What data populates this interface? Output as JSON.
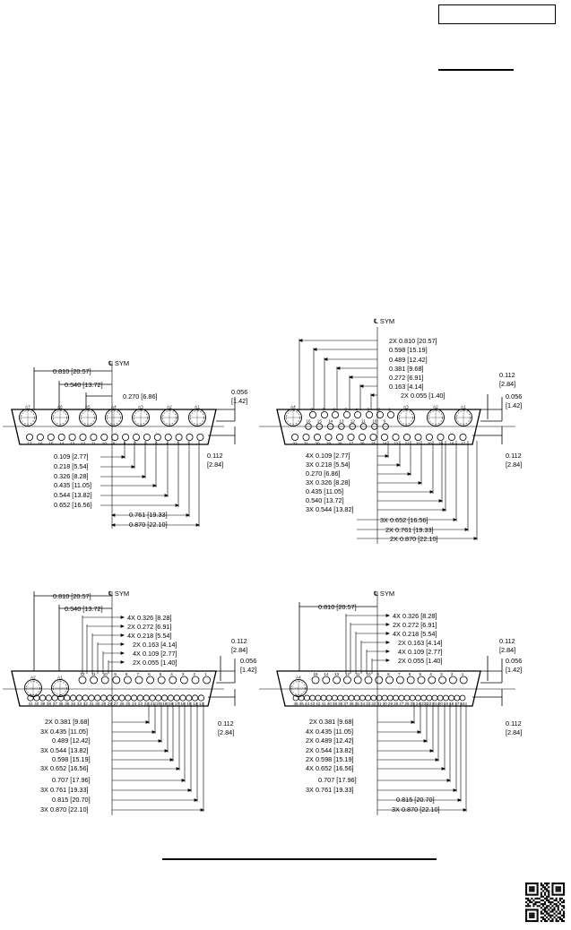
{
  "diagrams": [
    {
      "id": "d1",
      "sym_label": "℄ SYM",
      "top_pins": [
        "A7",
        "A6",
        "A5",
        "A4",
        "A3",
        "A2",
        "A1"
      ],
      "bottom_pins": [
        "17",
        "16",
        "15",
        "14",
        "13",
        "12",
        "11",
        "10",
        "9",
        "8",
        "7",
        "6",
        "5",
        "4",
        "3",
        "2",
        "1"
      ],
      "dims_left": [
        "0.810 [20.57]",
        "0.540 [13.72]",
        "0.270 [6.86]"
      ],
      "dims_right": [
        "0.056",
        "[1.42]",
        "0.112",
        "[2.84]"
      ],
      "dims_bottom": [
        "0.109 [2.77]",
        "0.218 [5.54]",
        "0.326 [8.28]",
        "0.435 [11.05]",
        "0.544 [13.82]",
        "0.652 [16.56]",
        "0.761 [19.33]",
        "0.870 [22.10]"
      ]
    },
    {
      "id": "d2",
      "sym_label": "℄ SYM",
      "top_pins": [
        "A4",
        "8",
        "7",
        "6",
        "5",
        "4",
        "3",
        "2",
        "1",
        "A3",
        "A2",
        "A1"
      ],
      "middle_pins": [
        "16",
        "15",
        "14",
        "13",
        "12",
        "11",
        "10",
        "9"
      ],
      "bottom_pins": [
        "32",
        "31",
        "30",
        "29",
        "28",
        "27",
        "26",
        "25",
        "24",
        "23",
        "22",
        "21",
        "20",
        "19",
        "18",
        "17"
      ],
      "dims_top": [
        "2X 0.810 [20.57]",
        "0.598 [15.19]",
        "0.489 [12.42]",
        "0.381 [9.68]",
        "0.272 [6.91]",
        "0.163 [4.14]",
        "2X 0.055 [1.40]"
      ],
      "dims_right": [
        "0.112",
        "[2.84]",
        "0.056",
        "[1.42]",
        "0.112",
        "[2.84]"
      ],
      "dims_bottom": [
        "4X 0.109 [2.77]",
        "3X 0.218 [5.54]",
        "0.270 [6.86]",
        "3X 0.326 [8.28]",
        "0.435 [11.05]",
        "0.540 [13.72]",
        "3X 0.544 [13.82]",
        "3X 0.652 [16.56]",
        "2X 0.761 [19.33]",
        "2X 0.870 [22.10]"
      ]
    },
    {
      "id": "d3",
      "sym_label": "℄ SYM",
      "top_pins": [
        "A2",
        "A1",
        "12",
        "11",
        "10",
        "9",
        "8",
        "7",
        "6",
        "5",
        "4",
        "3",
        "2",
        "1"
      ],
      "bottom_pins": [
        "41",
        "40",
        "39",
        "38",
        "37",
        "36",
        "35",
        "34",
        "33",
        "32",
        "31",
        "30",
        "29",
        "28",
        "27",
        "26",
        "25",
        "24",
        "23",
        "22",
        "21",
        "20",
        "19",
        "18",
        "17",
        "16",
        "15",
        "14",
        "13"
      ],
      "dims_top_left": [
        "0.810 [20.57]",
        "0.540 [13.72]"
      ],
      "dims_top": [
        "4X 0.326 [8.28]",
        "2X 0.272 [6.91]",
        "4X 0.218 [5.54]",
        "2X 0.163 [4.14]",
        "4X 0.109 [2.77]",
        "2X 0.055 [1.40]"
      ],
      "dims_right": [
        "0.112",
        "[2.84]",
        "0.056",
        "[1.42]",
        "0.112",
        "[2.84]"
      ],
      "dims_bottom": [
        "2X 0.381 [9.68]",
        "3X 0.435 [11.05]",
        "0.489 [12.42]",
        "3X 0.544 [13.82]",
        "0.598 [15.19]",
        "3X 0.652 [16.56]",
        "0.707 [17.96]",
        "3X 0.761 [19.33]",
        "0.815 [20.70]",
        "3X 0.870 [22.10]"
      ]
    },
    {
      "id": "d4",
      "sym_label": "℄ SYM",
      "top_pins": [
        "A4",
        "15",
        "14",
        "13",
        "12",
        "11",
        "10",
        "9",
        "8",
        "7",
        "6",
        "5",
        "4",
        "3",
        "2",
        "1"
      ],
      "bottom_pins": [
        "46",
        "45",
        "44",
        "43",
        "42",
        "41",
        "40",
        "39",
        "38",
        "37",
        "36",
        "35",
        "34",
        "33",
        "32",
        "31",
        "30",
        "29",
        "28",
        "27",
        "26",
        "25",
        "24",
        "23",
        "22",
        "21",
        "20",
        "19",
        "18",
        "17",
        "16"
      ],
      "dims_top_left": [
        "0.810 [20.57]"
      ],
      "dims_top": [
        "4X 0.326 [8.28]",
        "2X 0.272 [6.91]",
        "4X 0.218 [5.54]",
        "2X 0.163 [4.14]",
        "4X 0.109 [2.77]",
        "2X 0.055 [1.40]"
      ],
      "dims_right": [
        "0.112",
        "[2.84]",
        "0.056",
        "[1.42]",
        "0.112",
        "[2.84]"
      ],
      "dims_bottom": [
        "2X 0.381 [9.68]",
        "4X 0.435 [11.05]",
        "2X 0.489 [12.42]",
        "2X 0.544 [13.82]",
        "2X 0.598 [15.19]",
        "4X 0.652 [16.56]",
        "0.707 [17.96]",
        "3X 0.761 [19.33]",
        "0.815 [20.70]",
        "3X 0.870 [22.10]"
      ]
    }
  ],
  "colors": {
    "line": "#000000",
    "background": "#ffffff"
  },
  "qr_icon": "qr-code-icon"
}
